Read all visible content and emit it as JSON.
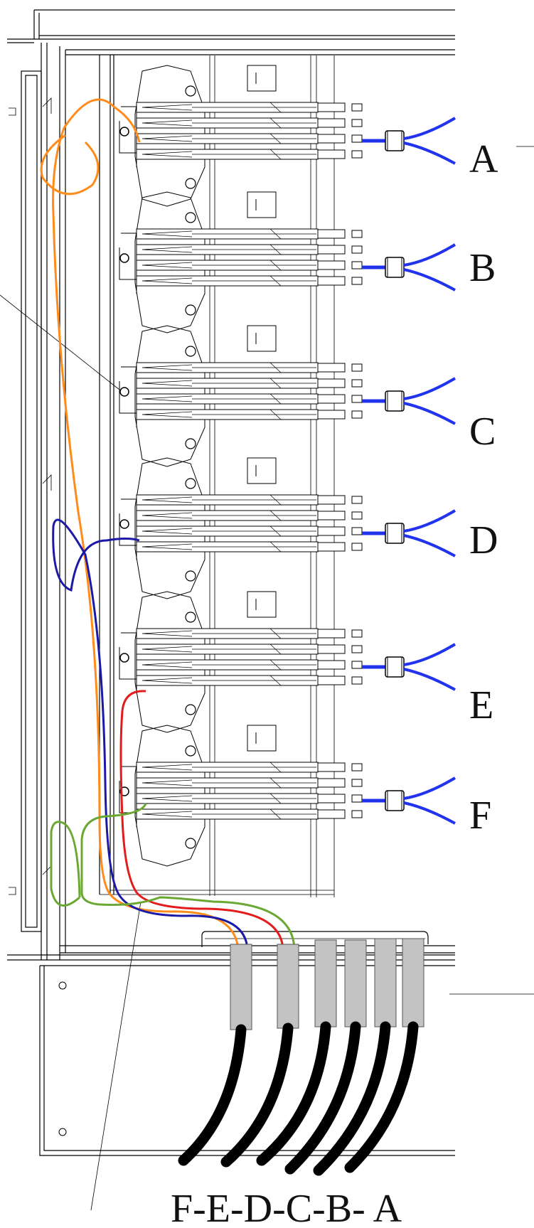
{
  "labels": {
    "tray_a": "A",
    "tray_b": "B",
    "tray_c": "C",
    "tray_d": "D",
    "tray_e": "E",
    "tray_f": "F",
    "bottom": "F-E-D-C-B- A"
  },
  "colors": {
    "line": "#000000",
    "orange": "#ff8c1a",
    "navy": "#1a1aa6",
    "red": "#e41b1b",
    "green": "#6aa832",
    "blue_pigtail": "#2233ee",
    "sleeve": "#c3c3c3",
    "cable": "#000000"
  },
  "trays": [
    {
      "id": "A",
      "cable_color": "orange"
    },
    {
      "id": "B",
      "cable_color": "none"
    },
    {
      "id": "C",
      "cable_color": "none"
    },
    {
      "id": "D",
      "cable_color": "navy"
    },
    {
      "id": "E",
      "cable_color": "red"
    },
    {
      "id": "F",
      "cable_color": "green"
    }
  ],
  "cable_order": [
    "F",
    "E",
    "D",
    "C",
    "B",
    "A"
  ]
}
